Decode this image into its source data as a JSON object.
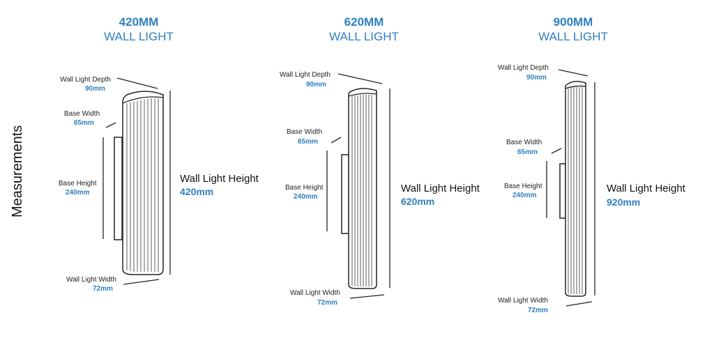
{
  "side_title": "Measurements",
  "products": [
    {
      "size": "420MM",
      "type": "WALL LIGHT",
      "depth_label": "Wall Light Depth",
      "depth_value": "90mm",
      "base_width_label": "Base Width",
      "base_width_value": "65mm",
      "base_height_label": "Base Height",
      "base_height_value": "240mm",
      "height_label": "Wall Light Height",
      "height_value": "420mm",
      "width_label": "Wall Light Width",
      "width_value": "72mm"
    },
    {
      "size": "620MM",
      "type": "WALL LIGHT",
      "depth_label": "Wall Light Depth",
      "depth_value": "90mm",
      "base_width_label": "Base Width",
      "base_width_value": "65mm",
      "base_height_label": "Base Height",
      "base_height_value": "240mm",
      "height_label": "Wall Light Height",
      "height_value": "620mm",
      "width_label": "Wall Light Width",
      "width_value": "72mm"
    },
    {
      "size": "900MM",
      "type": "WALL LIGHT",
      "depth_label": "Wall Light Depth",
      "depth_value": "90mm",
      "base_width_label": "Base Width",
      "base_width_value": "65mm",
      "base_height_label": "Base Height",
      "base_height_value": "240mm",
      "height_label": "Wall Light Height",
      "height_value": "920mm",
      "width_label": "Wall Light Width",
      "width_value": "72mm"
    }
  ]
}
